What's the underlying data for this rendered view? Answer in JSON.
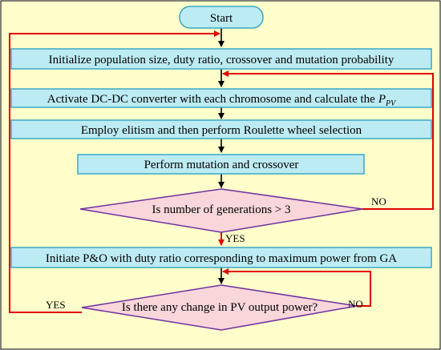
{
  "flowchart": {
    "nodes": {
      "start": "Start",
      "init": "Initialize population size, duty ratio, crossover and mutation probability",
      "activate": "Activate DC-DC converter with each chromosome and calculate the",
      "activate_symbol": "P",
      "activate_subscript": "PV",
      "elitism": "Employ elitism and then perform Roulette wheel selection",
      "mutation": "Perform mutation and crossover",
      "decision_generations": "Is number of generations > 3",
      "po": "Initiate P&O with duty ratio corresponding to maximum power from GA",
      "decision_change": "Is there any change in PV output power?"
    },
    "edge_labels": {
      "generations_no": "NO",
      "generations_yes": "YES",
      "change_no": "NO",
      "change_yes": "YES"
    }
  },
  "colors": {
    "background": "#FFFFCC",
    "process_fill": "#BDEBF3",
    "terminal_fill": "#BDEBF3",
    "decision_fill": "#F8D6DA",
    "decision_stroke": "#7030A0",
    "box_stroke": "#3BA7C4",
    "arrow_black": "#000000",
    "arrow_red": "#E00000"
  }
}
